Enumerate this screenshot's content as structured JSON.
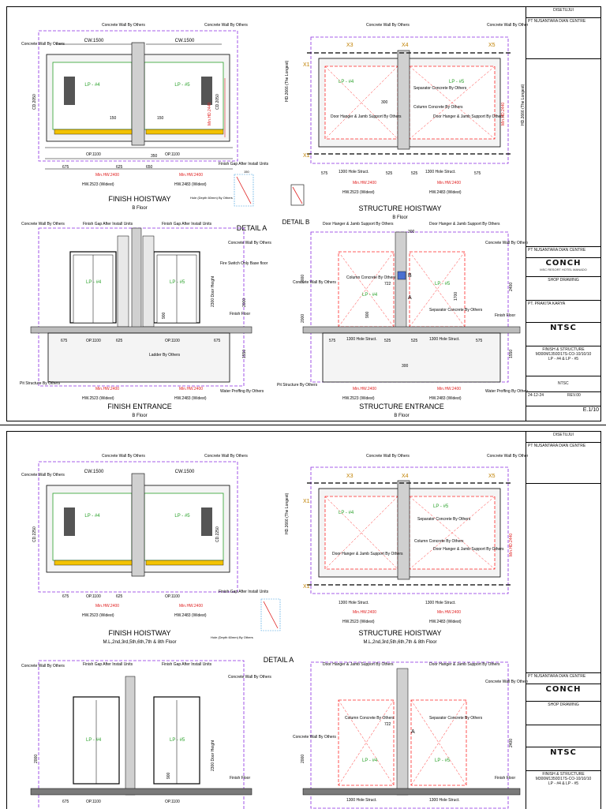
{
  "sheet1": {
    "labels": {
      "concrete_wall_by_others": "Concrete Wall By Others",
      "concrete_wall": "Concrete Wall",
      "by_others": "By Others",
      "cw": "CW.1500",
      "cd": "CD.2050",
      "lp4": "LP - #4",
      "lp5": "LP - #5",
      "hd_label": "HD.2666 (The Longest)",
      "min_hd": "Min.HD.2440",
      "op": "OP.1100",
      "d675": "675",
      "d625": "625",
      "d650": "650",
      "d150": "150",
      "d300": "300",
      "d350": "350",
      "min_hw": "Min.HW.2400",
      "hw_widest": "HW.2523 (Widest)",
      "hw_widest2": "HW.2483 (Widest)",
      "finish_gap": "Finish Gap After Install Units",
      "hole": "Hole (Depth 60mm) By Others",
      "detail_a": "DETAIL A",
      "detail_b": "DETAIL B",
      "finish_hoistway": "FINISH HOISTWAY",
      "structure_hoistway": "STRUCTURE HOISTWAY",
      "b_floor": "B Floor",
      "separator_concrete": "Separator Concrete By Others",
      "column_concrete": "Column Concrete By Others",
      "door_hanger": "Door Hanger & Jamb Support By Others",
      "hole_struct": "1300 Hole Struct.",
      "d575": "575",
      "d525": "525",
      "finish_entrance": "FINISH ENTRANCE",
      "structure_entrance": "STRUCTURE ENTRANCE",
      "fire_switch": "Fire Switch Only Base floor",
      "door_height": "2300 Door Height",
      "finish_floor": "Finish Floor",
      "ladder": "Ladder By Others",
      "pit_structure": "Pit Structure By Others",
      "water_proofing": "Water Proffing By Others",
      "d2000": "2000",
      "d2400": "2400",
      "d1550": "1550",
      "d900": "900",
      "d722": "722",
      "d1700": "1700",
      "x1": "X1",
      "x3": "X3",
      "x4": "X4",
      "x5": "X5",
      "a": "A",
      "b": "B"
    },
    "title_block": {
      "disetujui": "DISETUJUI",
      "pt_nusantara": "PT NUSANTARA DIAN CENTRE",
      "project": "CONCH",
      "project_sub": "MSC RESORT HOTEL MANADO",
      "shop_drawing": "SHOP DRAWING",
      "contractor": "PT. PRAKITA KARYA",
      "ntsc": "NTSC",
      "drawing_title": "FINISH & STRUCTURE",
      "drawing_no": "M300M1350D17S-CO-10/10/10",
      "lifts": "LP - #4 & LP - #5",
      "scale_label": "NTSC",
      "date": "24-12-24",
      "rev": "REV.00",
      "sheet_no": "E.1/10"
    }
  },
  "sheet2": {
    "floors": "M.L,2nd,3rd,5th,6th,7th & 8th Floor",
    "finish_hoistway": "FINISH HOISTWAY",
    "structure_hoistway": "STRUCTURE HOISTWAY",
    "detail_a": "DETAIL A",
    "cd": "CD.2250",
    "title_block": {
      "disetujui": "DISETUJUI",
      "pt_nusantara": "PT NUSANTARA DIAN CENTRE",
      "project": "CONCH",
      "shop_drawing": "SHOP DRAWING",
      "ntsc": "NTSC",
      "drawing_title": "FINISH & STRUCTURE",
      "drawing_no": "M300M1350D17S-CO-10/10/10",
      "lifts": "LP - #4 & LP - #5"
    }
  },
  "colors": {
    "line": "#000000",
    "car": "#2aa12a",
    "wall": "#8a2be2",
    "dim": "#e02020",
    "struct": "#ff2a2a",
    "yellow": "#f2c200"
  }
}
